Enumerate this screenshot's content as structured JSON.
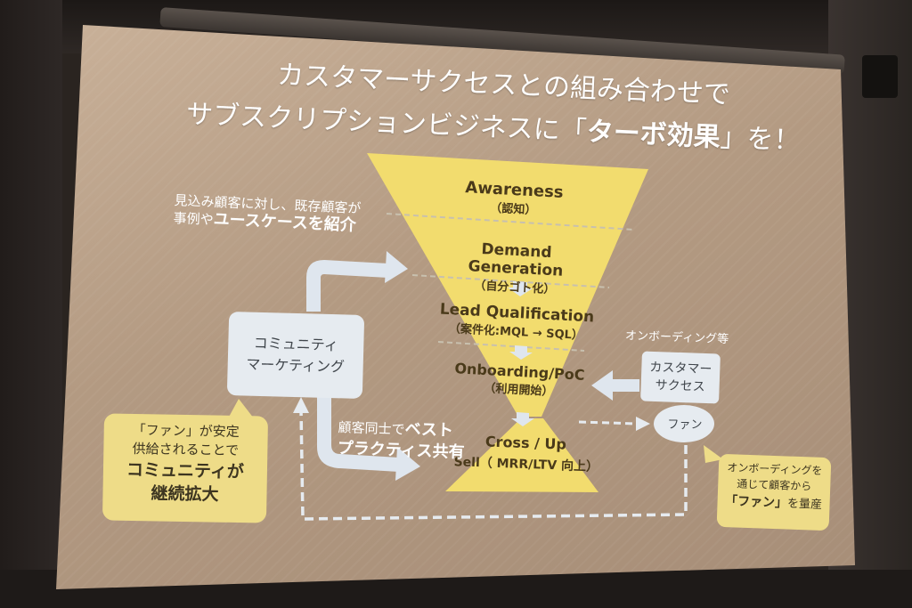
{
  "title": {
    "line1": "カスタマーサクセスとの組み合わせで",
    "line2_prefix": "サブスクリプションビジネスに「",
    "line2_emphasis": "ターボ効果",
    "line2_suffix": "」を！"
  },
  "funnel": {
    "stages": [
      {
        "label": "Awareness",
        "sub": "（認知）"
      },
      {
        "label": "Demand Generation",
        "sub": "（自分ゴト化）"
      },
      {
        "label": "Lead Qualification",
        "sub": "（案件化:MQL → SQL）"
      },
      {
        "label": "Onboarding/PoC",
        "sub": "（利用開始）"
      },
      {
        "label": "Cross / Up",
        "sub": "Sell（ MRR/LTV 向上）"
      }
    ]
  },
  "left_note": {
    "line1": "見込み顧客に対し、既存顧客が",
    "line2_prefix": "事例や",
    "line2_strong": "ユースケースを紹介"
  },
  "community_box": {
    "line1": "コミュニティ",
    "line2": "マーケティング"
  },
  "fan_callout": {
    "line1": "「ファン」が安定",
    "line2": "供給されることで",
    "line3": "コミュニティが",
    "line4": "継続拡大"
  },
  "best_practice": {
    "line1_prefix": "顧客同士で",
    "line1_strong": "ベスト",
    "line2_strong": "プラクティス共有"
  },
  "onboarding_label": "オンボーディング等",
  "cs_box": {
    "line1": "カスタマー",
    "line2": "サクセス"
  },
  "fan_circle": "ファン",
  "right_callout": {
    "line1": "オンボーディングを",
    "line2": "通じて顧客から",
    "line3_strong": "「ファン」",
    "line3_suffix": "を量産"
  },
  "colors": {
    "funnel_fill": "#f2dc6e",
    "arrow_light": "#dfe6ee",
    "callout_yellow": "#eedc88"
  },
  "icons": [
    "arrow-up-right-icon",
    "arrow-down-right-icon",
    "arrow-left-icon",
    "dashed-arrow-right-icon",
    "dashed-loop-arrow-icon",
    "stage-down-arrow-icon"
  ]
}
